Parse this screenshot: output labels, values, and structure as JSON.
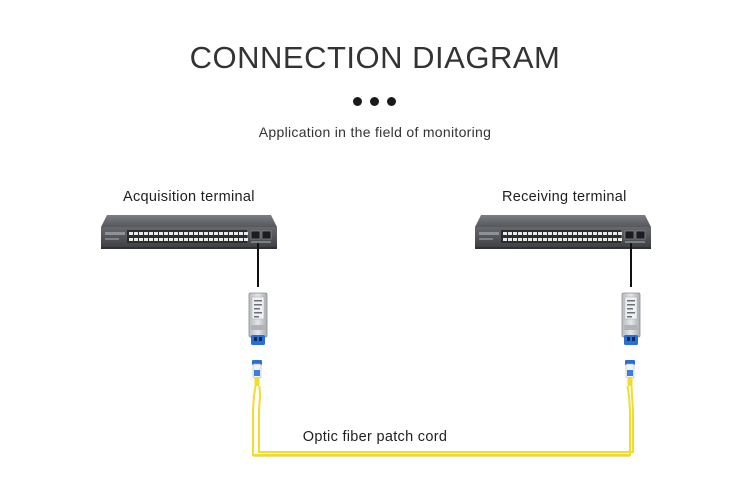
{
  "title": "CONNECTION DIAGRAM",
  "subtitle": "Application in the field of monitoring",
  "left_terminal": {
    "label": "Acquisition terminal"
  },
  "right_terminal": {
    "label": "Receiving terminal"
  },
  "cable": {
    "label": "Optic fiber patch cord"
  },
  "colors": {
    "switch_body": "#5a5c60",
    "fiber": "#f2dc2e",
    "connector_boot": "#2a6fd6",
    "sfp_body": "#c9ccd0"
  },
  "icons": [
    "switch-icon",
    "sfp-module-icon",
    "lc-connector-icon",
    "fiber-cable-icon"
  ]
}
